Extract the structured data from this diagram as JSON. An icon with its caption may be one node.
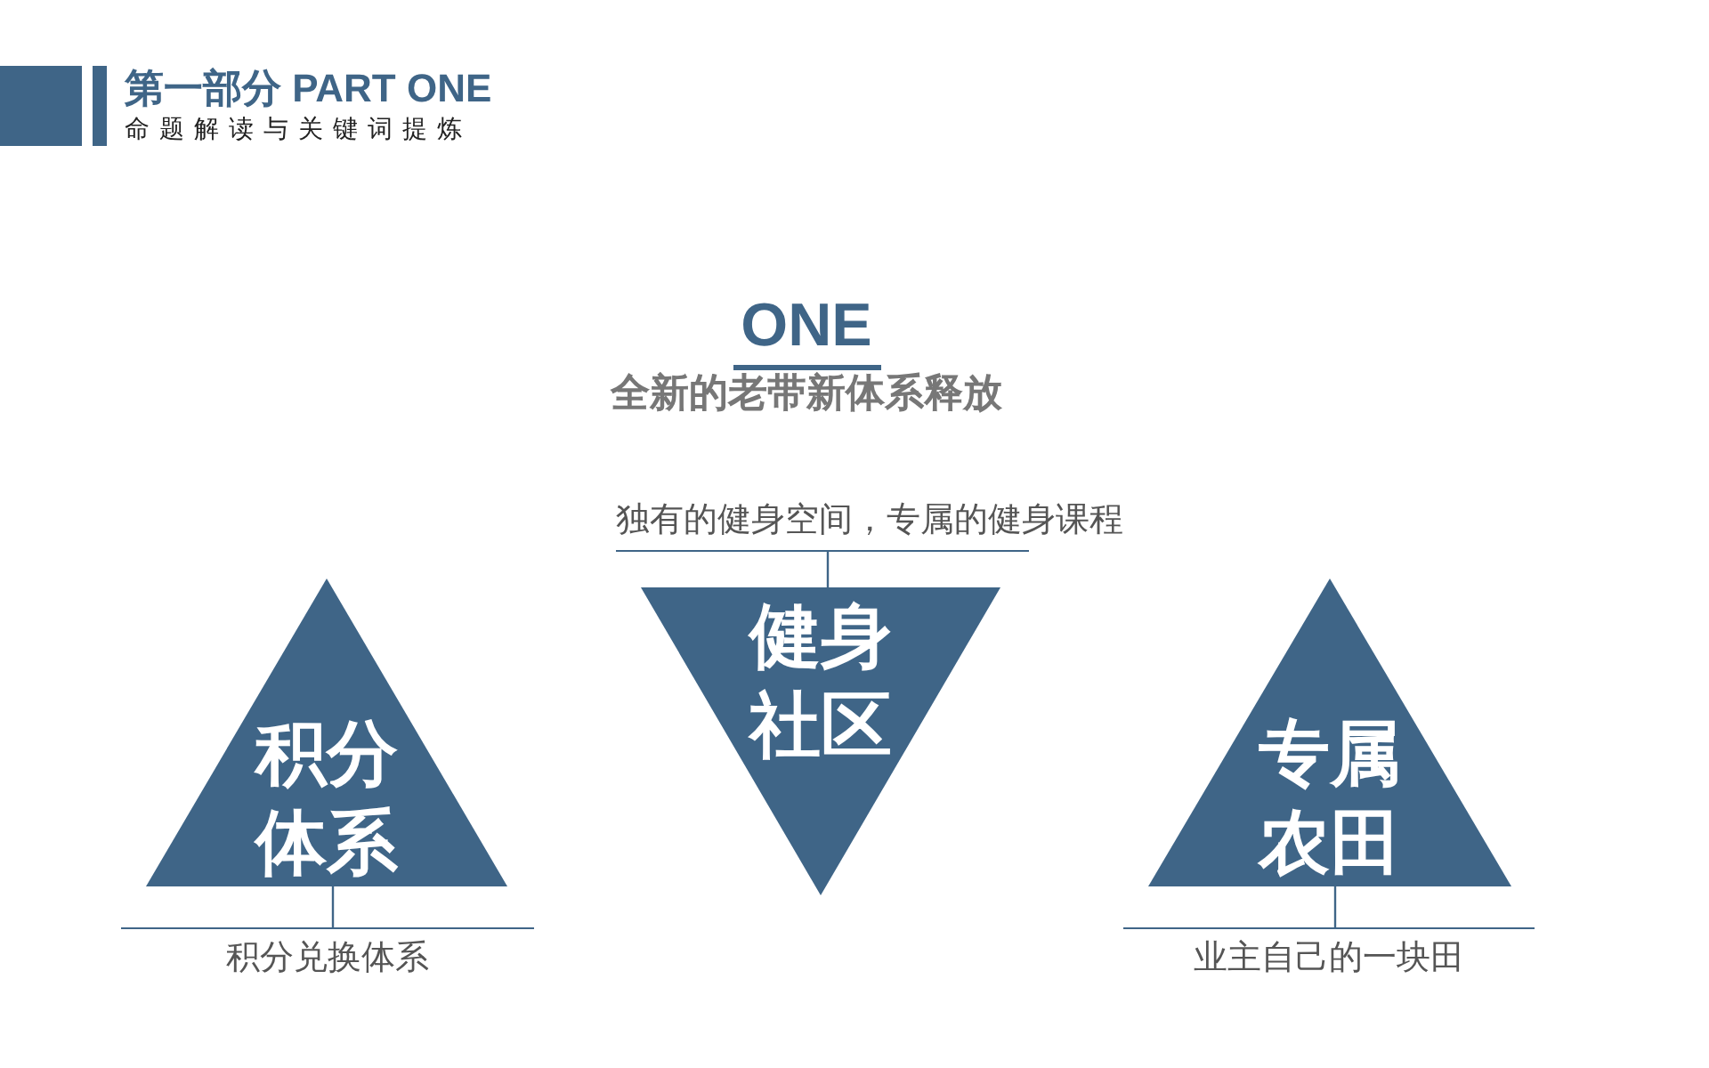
{
  "diagram": {
    "title": "第一部分 PART ONE",
    "nodes": [
      {
        "text": [
          "独有的健身空间，专属的健身课程"
        ]
      },
      {
        "text": [
          "积分体系"
        ]
      },
      {
        "text": [
          "健身社区"
        ]
      },
      {
        "text": [
          "专属农田"
        ]
      },
      {
        "text": [
          "积分兑换体系"
        ]
      },
      {
        "text": [
          "业主自己的一块田"
        ]
      }
    ],
    "edges": [
      {
        "from": 2,
        "to": 0,
        "arrow": "none"
      },
      {
        "from": 1,
        "to": 4,
        "arrow": "none"
      },
      {
        "from": 3,
        "to": 5,
        "arrow": "none"
      }
    ],
    "labels": [
      "命题解读与关键词提炼",
      "ONE",
      "全新的老带新体系释放"
    ]
  }
}
